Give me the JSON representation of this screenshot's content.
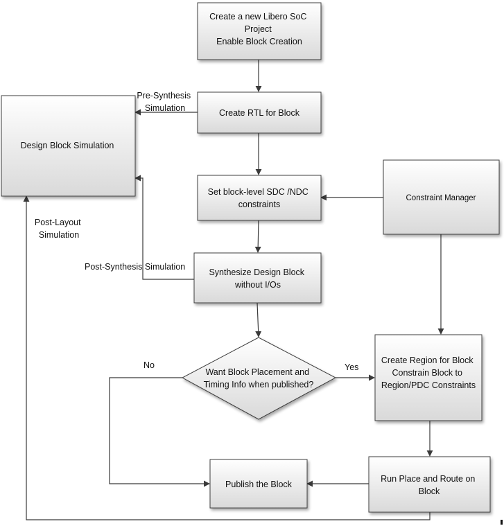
{
  "nodes": {
    "create_project": {
      "lines": [
        "Create a new Libero SoC",
        "Project",
        "Enable  Block Creation"
      ]
    },
    "create_rtl": {
      "lines": [
        "Create RTL for Block"
      ]
    },
    "design_sim": {
      "lines": [
        "Design Block Simulation"
      ]
    },
    "set_constraints": {
      "lines": [
        "Set block-level SDC /NDC",
        "constraints"
      ]
    },
    "constraint_manager": {
      "lines": [
        "Constraint Manager"
      ]
    },
    "synthesize": {
      "lines": [
        "Synthesize Design Block",
        "without I/Os"
      ]
    },
    "decision": {
      "lines": [
        "Want Block Placement and",
        "Timing Info when published?"
      ]
    },
    "create_region": {
      "lines": [
        "Create Region for Block",
        "Constrain Block to",
        "Region/PDC Constraints"
      ]
    },
    "publish": {
      "lines": [
        "Publish the Block"
      ]
    },
    "place_route": {
      "lines": [
        "Run Place and Route on",
        "Block"
      ]
    }
  },
  "edge_labels": {
    "pre_synthesis": [
      "Pre-Synthesis",
      "Simulation"
    ],
    "post_layout": [
      "Post-Layout",
      "Simulation"
    ],
    "post_synthesis": [
      "Post-Synthesis Simulation"
    ],
    "no": [
      "No"
    ],
    "yes": [
      "Yes"
    ]
  },
  "colors": {
    "box_fill_top": "#ffffff",
    "box_fill_bottom": "#d9d9d9",
    "box_stroke": "#404040",
    "connector": "#3a3a3a"
  }
}
